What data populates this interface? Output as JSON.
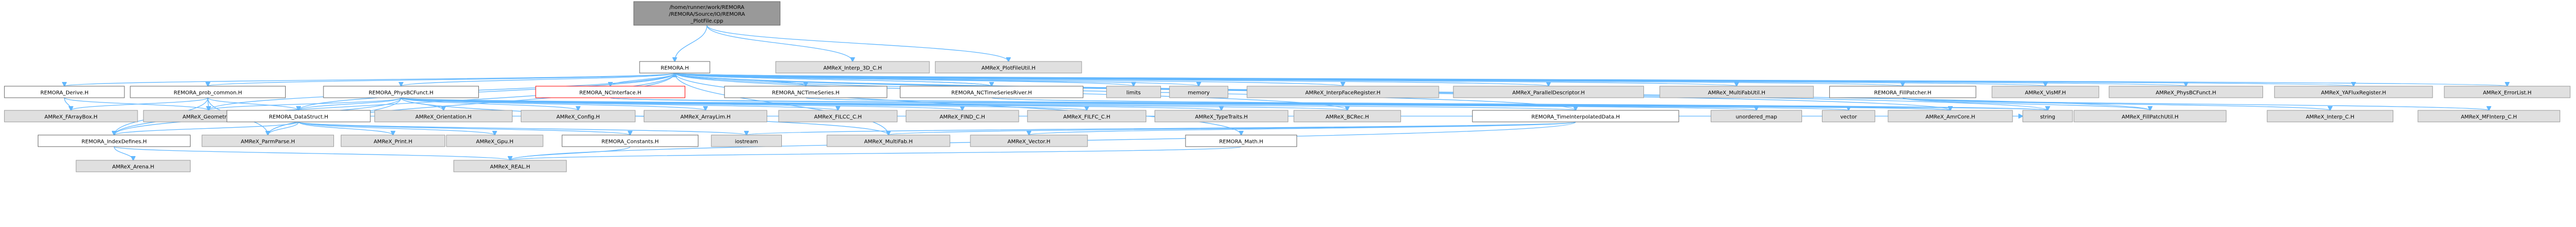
{
  "colors": {
    "edge": "#63b8ff",
    "source_fill": "#999999",
    "source_border": "#666666",
    "node_fill": "#ffffff",
    "node_border": "#666666",
    "external_fill": "#e0e0e0",
    "external_border": "#999999",
    "missing_border": "#ff0000"
  },
  "nodes": [
    {
      "id": "src",
      "label": [
        "/home/runner/work/REMORA",
        "/REMORA/Source/IO/REMORA",
        "_PlotFile.cpp"
      ],
      "kind": "source"
    },
    {
      "id": "remora_h",
      "label": [
        "REMORA.H"
      ],
      "kind": "node"
    },
    {
      "id": "interp3d",
      "label": [
        "AMReX_Interp_3D_C.H"
      ],
      "kind": "external"
    },
    {
      "id": "plotfileutil",
      "label": [
        "AMReX_PlotFileUtil.H"
      ],
      "kind": "external"
    },
    {
      "id": "derive",
      "label": [
        "REMORA_Derive.H"
      ],
      "kind": "node"
    },
    {
      "id": "prob_common",
      "label": [
        "REMORA_prob_common.H"
      ],
      "kind": "node"
    },
    {
      "id": "physbcfunct",
      "label": [
        "REMORA_PhysBCFunct.H"
      ],
      "kind": "node"
    },
    {
      "id": "ncinterface",
      "label": [
        "REMORA_NCInterface.H"
      ],
      "kind": "missing"
    },
    {
      "id": "nctimeseries",
      "label": [
        "REMORA_NCTimeSeries.H"
      ],
      "kind": "node"
    },
    {
      "id": "nctimeseriesriver",
      "label": [
        "REMORA_NCTimeSeriesRiver.H"
      ],
      "kind": "node"
    },
    {
      "id": "limits",
      "label": [
        "limits"
      ],
      "kind": "external"
    },
    {
      "id": "memory",
      "label": [
        "memory"
      ],
      "kind": "external"
    },
    {
      "id": "interpfaceregister",
      "label": [
        "AMReX_InterpFaceRegister.H"
      ],
      "kind": "external"
    },
    {
      "id": "paralleldescriptor",
      "label": [
        "AMReX_ParallelDescriptor.H"
      ],
      "kind": "external"
    },
    {
      "id": "multifabutil",
      "label": [
        "AMReX_MultiFabUtil.H"
      ],
      "kind": "external"
    },
    {
      "id": "fillpatcher",
      "label": [
        "REMORA_FillPatcher.H"
      ],
      "kind": "node"
    },
    {
      "id": "vismf",
      "label": [
        "AMReX_VisMF.H"
      ],
      "kind": "external"
    },
    {
      "id": "physbcfunct_amrex",
      "label": [
        "AMReX_PhysBCFunct.H"
      ],
      "kind": "external"
    },
    {
      "id": "yafluxregister",
      "label": [
        "AMReX_YAFluxRegister.H"
      ],
      "kind": "external"
    },
    {
      "id": "errorlist",
      "label": [
        "AMReX_ErrorList.H"
      ],
      "kind": "external"
    },
    {
      "id": "farraybox",
      "label": [
        "AMReX_FArrayBox.H"
      ],
      "kind": "external"
    },
    {
      "id": "geometry",
      "label": [
        "AMReX_Geometry.H"
      ],
      "kind": "external"
    },
    {
      "id": "datastruct",
      "label": [
        "REMORA_DataStruct.H"
      ],
      "kind": "node"
    },
    {
      "id": "orientation",
      "label": [
        "AMReX_Orientation.H"
      ],
      "kind": "external"
    },
    {
      "id": "config",
      "label": [
        "AMReX_Config.H"
      ],
      "kind": "external"
    },
    {
      "id": "arraylim",
      "label": [
        "AMReX_ArrayLim.H"
      ],
      "kind": "external"
    },
    {
      "id": "filcc",
      "label": [
        "AMReX_FILCC_C.H"
      ],
      "kind": "external"
    },
    {
      "id": "find_c",
      "label": [
        "AMReX_FIND_C.H"
      ],
      "kind": "external"
    },
    {
      "id": "filfc",
      "label": [
        "AMReX_FILFC_C.H"
      ],
      "kind": "external"
    },
    {
      "id": "typetraits",
      "label": [
        "AMReX_TypeTraits.H"
      ],
      "kind": "external"
    },
    {
      "id": "bcrec",
      "label": [
        "AMReX_BCRec.H"
      ],
      "kind": "external"
    },
    {
      "id": "timeinterp",
      "label": [
        "REMORA_TimeInterpolatedData.H"
      ],
      "kind": "node"
    },
    {
      "id": "unordered_map",
      "label": [
        "unordered_map"
      ],
      "kind": "external"
    },
    {
      "id": "vector",
      "label": [
        "vector"
      ],
      "kind": "external"
    },
    {
      "id": "amrcore",
      "label": [
        "AMReX_AmrCore.H"
      ],
      "kind": "external"
    },
    {
      "id": "string",
      "label": [
        "string"
      ],
      "kind": "external"
    },
    {
      "id": "fillpatchutil",
      "label": [
        "AMReX_FillPatchUtil.H"
      ],
      "kind": "external"
    },
    {
      "id": "interp_c",
      "label": [
        "AMReX_Interp_C.H"
      ],
      "kind": "external"
    },
    {
      "id": "mfinterp",
      "label": [
        "AMReX_MFInterp_C.H"
      ],
      "kind": "external"
    },
    {
      "id": "indexdefines",
      "label": [
        "REMORA_IndexDefines.H"
      ],
      "kind": "node"
    },
    {
      "id": "parmparse",
      "label": [
        "AMReX_ParmParse.H"
      ],
      "kind": "external"
    },
    {
      "id": "print",
      "label": [
        "AMReX_Print.H"
      ],
      "kind": "external"
    },
    {
      "id": "gpu",
      "label": [
        "AMReX_Gpu.H"
      ],
      "kind": "external"
    },
    {
      "id": "constants",
      "label": [
        "REMORA_Constants.H"
      ],
      "kind": "node"
    },
    {
      "id": "iostream",
      "label": [
        "iostream"
      ],
      "kind": "external"
    },
    {
      "id": "multifab",
      "label": [
        "AMReX_MultiFab.H"
      ],
      "kind": "external"
    },
    {
      "id": "vector_amrex",
      "label": [
        "AMReX_Vector.H"
      ],
      "kind": "external"
    },
    {
      "id": "math",
      "label": [
        "REMORA_Math.H"
      ],
      "kind": "node"
    },
    {
      "id": "arena",
      "label": [
        "AMReX_Arena.H"
      ],
      "kind": "external"
    },
    {
      "id": "real",
      "label": [
        "AMReX_REAL.H"
      ],
      "kind": "external"
    }
  ],
  "edges": [
    [
      "src",
      "remora_h"
    ],
    [
      "src",
      "interp3d"
    ],
    [
      "src",
      "plotfileutil"
    ],
    [
      "remora_h",
      "derive"
    ],
    [
      "remora_h",
      "prob_common"
    ],
    [
      "remora_h",
      "physbcfunct"
    ],
    [
      "remora_h",
      "ncinterface"
    ],
    [
      "remora_h",
      "nctimeseries"
    ],
    [
      "remora_h",
      "nctimeseriesriver"
    ],
    [
      "remora_h",
      "limits"
    ],
    [
      "remora_h",
      "memory"
    ],
    [
      "remora_h",
      "interpfaceregister"
    ],
    [
      "remora_h",
      "paralleldescriptor"
    ],
    [
      "remora_h",
      "multifabutil"
    ],
    [
      "remora_h",
      "fillpatcher"
    ],
    [
      "remora_h",
      "vismf"
    ],
    [
      "remora_h",
      "physbcfunct_amrex"
    ],
    [
      "remora_h",
      "yafluxregister"
    ],
    [
      "remora_h",
      "errorlist"
    ],
    [
      "remora_h",
      "geometry"
    ],
    [
      "remora_h",
      "datastruct"
    ],
    [
      "remora_h",
      "bcrec"
    ],
    [
      "remora_h",
      "timeinterp"
    ],
    [
      "remora_h",
      "amrcore"
    ],
    [
      "remora_h",
      "string"
    ],
    [
      "remora_h",
      "fillpatchutil"
    ],
    [
      "remora_h",
      "indexdefines"
    ],
    [
      "remora_h",
      "parmparse"
    ],
    [
      "remora_h",
      "multifab"
    ],
    [
      "remora_h",
      "math"
    ],
    [
      "derive",
      "farraybox"
    ],
    [
      "derive",
      "geometry"
    ],
    [
      "prob_common",
      "geometry"
    ],
    [
      "prob_common",
      "farraybox"
    ],
    [
      "prob_common",
      "datastruct"
    ],
    [
      "prob_common",
      "indexdefines"
    ],
    [
      "prob_common",
      "parmparse"
    ],
    [
      "physbcfunct",
      "orientation"
    ],
    [
      "physbcfunct",
      "config"
    ],
    [
      "physbcfunct",
      "arraylim"
    ],
    [
      "physbcfunct",
      "filcc"
    ],
    [
      "physbcfunct",
      "find_c"
    ],
    [
      "physbcfunct",
      "filfc"
    ],
    [
      "physbcfunct",
      "typetraits"
    ],
    [
      "physbcfunct",
      "bcrec"
    ],
    [
      "physbcfunct",
      "geometry"
    ],
    [
      "physbcfunct",
      "datastruct"
    ],
    [
      "physbcfunct",
      "indexdefines"
    ],
    [
      "physbcfunct",
      "timeinterp"
    ],
    [
      "physbcfunct",
      "multifab"
    ],
    [
      "physbcfunct",
      "parmparse"
    ],
    [
      "ncinterface",
      "unordered_map"
    ],
    [
      "ncinterface",
      "vector"
    ],
    [
      "ncinterface",
      "string"
    ],
    [
      "ncinterface",
      "amrcore"
    ],
    [
      "nctimeseries",
      "string"
    ],
    [
      "nctimeseries",
      "amrcore"
    ],
    [
      "nctimeseries",
      "remora_h"
    ],
    [
      "nctimeseriesriver",
      "string"
    ],
    [
      "nctimeseriesriver",
      "amrcore"
    ],
    [
      "nctimeseriesriver",
      "remora_h"
    ],
    [
      "fillpatcher",
      "fillpatchutil"
    ],
    [
      "fillpatcher",
      "interp_c"
    ],
    [
      "fillpatcher",
      "mfinterp"
    ],
    [
      "datastruct",
      "parmparse"
    ],
    [
      "datastruct",
      "print"
    ],
    [
      "datastruct",
      "gpu"
    ],
    [
      "datastruct",
      "constants"
    ],
    [
      "datastruct",
      "iostream"
    ],
    [
      "datastruct",
      "indexdefines"
    ],
    [
      "datastruct",
      "string"
    ],
    [
      "constants",
      "real"
    ],
    [
      "timeinterp",
      "iostream"
    ],
    [
      "timeinterp",
      "multifab"
    ],
    [
      "timeinterp",
      "vector_amrex"
    ],
    [
      "timeinterp",
      "real"
    ],
    [
      "indexdefines",
      "arena"
    ],
    [
      "indexdefines",
      "real"
    ],
    [
      "math",
      "real"
    ]
  ]
}
